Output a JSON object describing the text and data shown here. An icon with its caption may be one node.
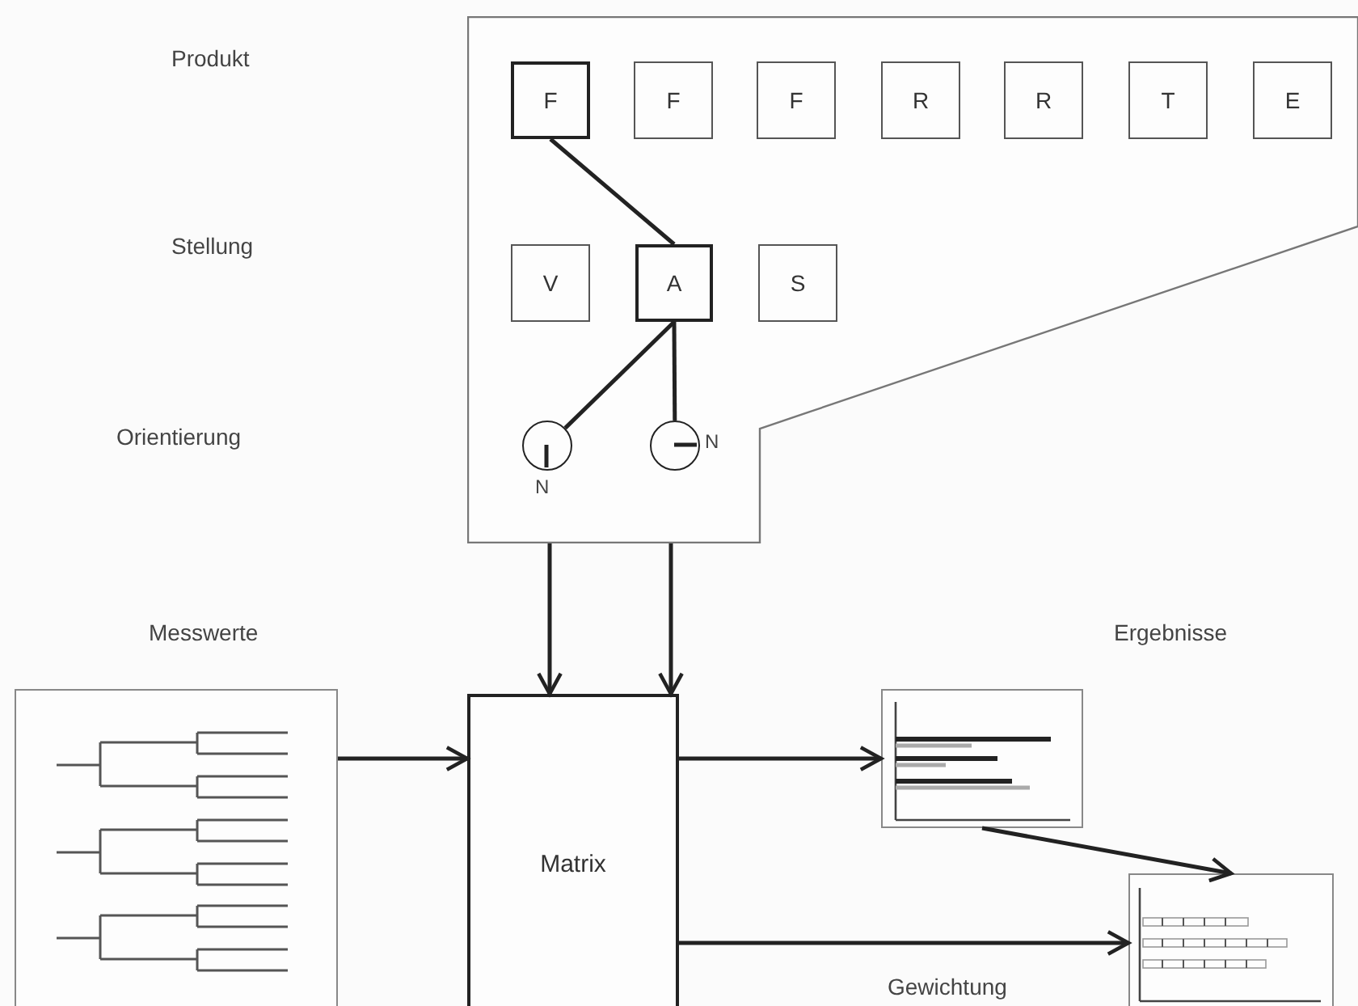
{
  "diagram": {
    "nodes": [
      {
        "text": [],
        "shape": "box"
      },
      {
        "text": [
          "F"
        ],
        "in": 0
      },
      {
        "text": [
          "F"
        ],
        "in": 0
      },
      {
        "text": [
          "F"
        ],
        "in": 0
      },
      {
        "text": [
          "R"
        ],
        "in": 0
      },
      {
        "text": [
          "R"
        ],
        "in": 0
      },
      {
        "text": [
          "T"
        ],
        "in": 0
      },
      {
        "text": [
          "E"
        ],
        "in": 0
      },
      {
        "text": [
          "V"
        ],
        "in": 0
      },
      {
        "text": [
          "A"
        ],
        "in": 0
      },
      {
        "text": [
          "S"
        ],
        "in": 0
      },
      {
        "text": [],
        "shape": "circle",
        "beside": [
          "N"
        ],
        "in": 0
      },
      {
        "text": [],
        "shape": "circle",
        "beside": [
          "N"
        ],
        "in": 0
      },
      {
        "text": [],
        "shape": "picture"
      },
      {
        "text": [
          "Matrix"
        ]
      },
      {
        "text": [],
        "shape": "picture"
      },
      {
        "text": [],
        "shape": "picture"
      }
    ],
    "edges": [
      {
        "from": 1,
        "to": 9,
        "arrow": "none"
      },
      {
        "from": 9,
        "to": 11,
        "arrow": "none"
      },
      {
        "from": 9,
        "to": 12,
        "arrow": "none"
      },
      {
        "from": 0,
        "to": 14,
        "arrow": "to"
      },
      {
        "from": 0,
        "to": 14,
        "arrow": "to"
      },
      {
        "from": 13,
        "to": 14,
        "arrow": "to"
      },
      {
        "from": 14,
        "to": 15,
        "arrow": "to"
      },
      {
        "from": 15,
        "to": 16,
        "arrow": "to"
      },
      {
        "from": 14,
        "to": 16,
        "arrow": "to"
      }
    ],
    "labels": [
      "Produkt",
      "Stellung",
      "Orientierung",
      "Messwerte",
      "Ergebnisse",
      "Gewichtung"
    ]
  }
}
